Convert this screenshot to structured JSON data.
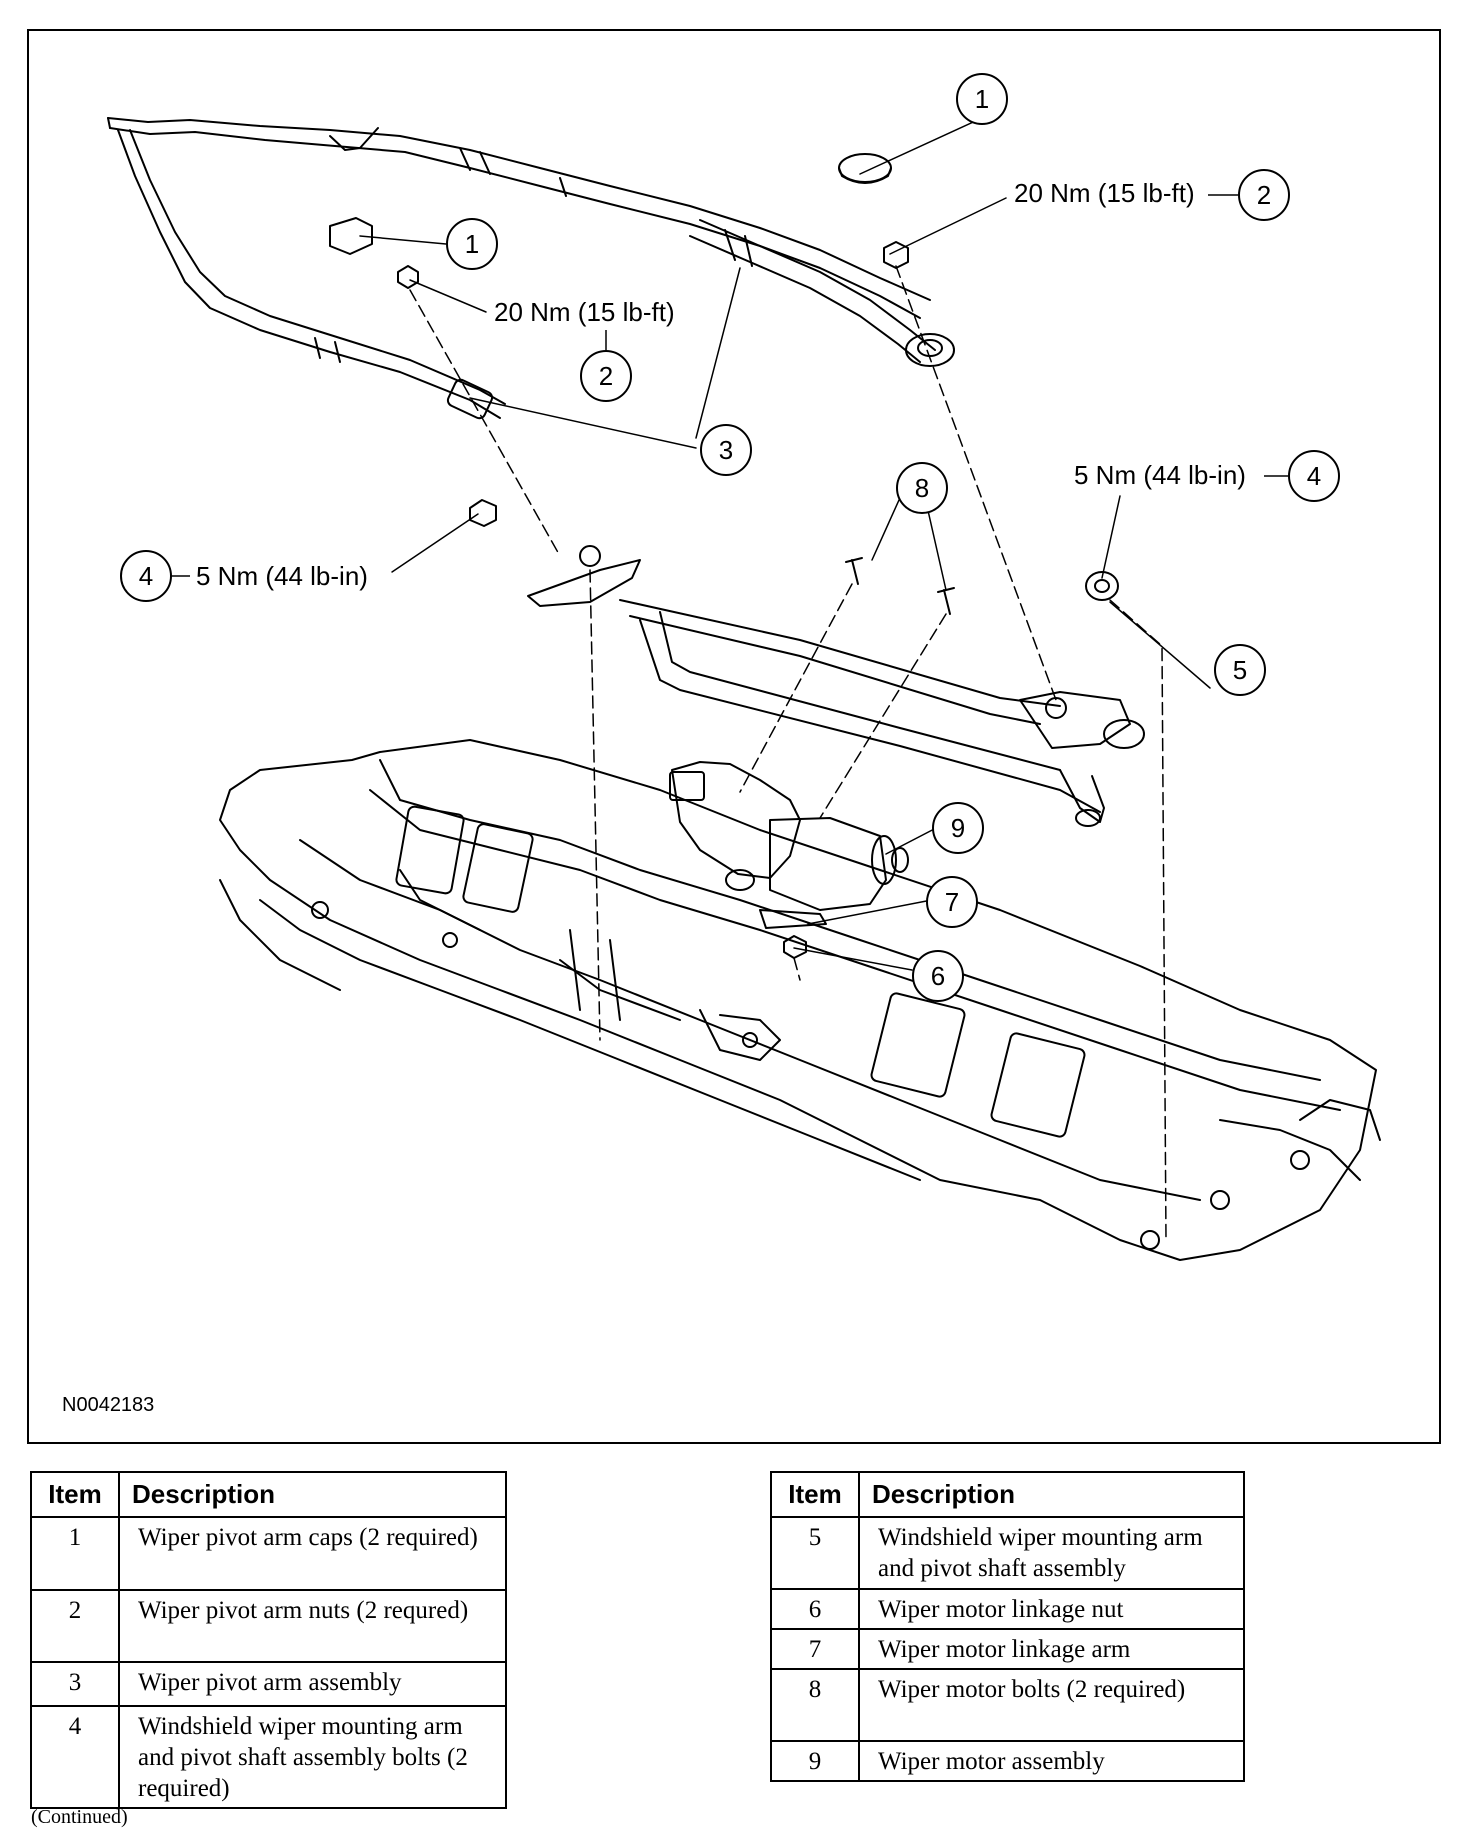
{
  "figure": {
    "id": "N0042183",
    "callouts": [
      {
        "num": "1",
        "label": ""
      },
      {
        "num": "1",
        "label": ""
      },
      {
        "num": "2",
        "label": "20 Nm (15 lb-ft)"
      },
      {
        "num": "2",
        "label": "20 Nm (15 lb-ft)"
      },
      {
        "num": "3",
        "label": ""
      },
      {
        "num": "4",
        "label": "5 Nm (44 lb-in)"
      },
      {
        "num": "4",
        "label": "5 Nm (44 lb-in)"
      },
      {
        "num": "5",
        "label": ""
      },
      {
        "num": "6",
        "label": ""
      },
      {
        "num": "7",
        "label": ""
      },
      {
        "num": "8",
        "label": ""
      },
      {
        "num": "9",
        "label": ""
      }
    ]
  },
  "legend": {
    "header_item": "Item",
    "header_description": "Description",
    "left_rows": [
      {
        "item": "1",
        "description": "Wiper pivot arm caps (2 required)"
      },
      {
        "item": "2",
        "description": "Wiper pivot arm nuts (2 requred)"
      },
      {
        "item": "3",
        "description": "Wiper pivot arm assembly"
      },
      {
        "item": "4",
        "description": "Windshield wiper mounting arm and pivot shaft assembly bolts (2 required)"
      }
    ],
    "right_rows": [
      {
        "item": "5",
        "description": "Windshield wiper mounting arm and pivot shaft assembly"
      },
      {
        "item": "6",
        "description": "Wiper motor linkage nut"
      },
      {
        "item": "7",
        "description": "Wiper motor linkage arm"
      },
      {
        "item": "8",
        "description": "Wiper motor bolts (2 required)"
      },
      {
        "item": "9",
        "description": "Wiper motor assembly"
      }
    ]
  },
  "footer": {
    "continued": "(Continued)"
  }
}
